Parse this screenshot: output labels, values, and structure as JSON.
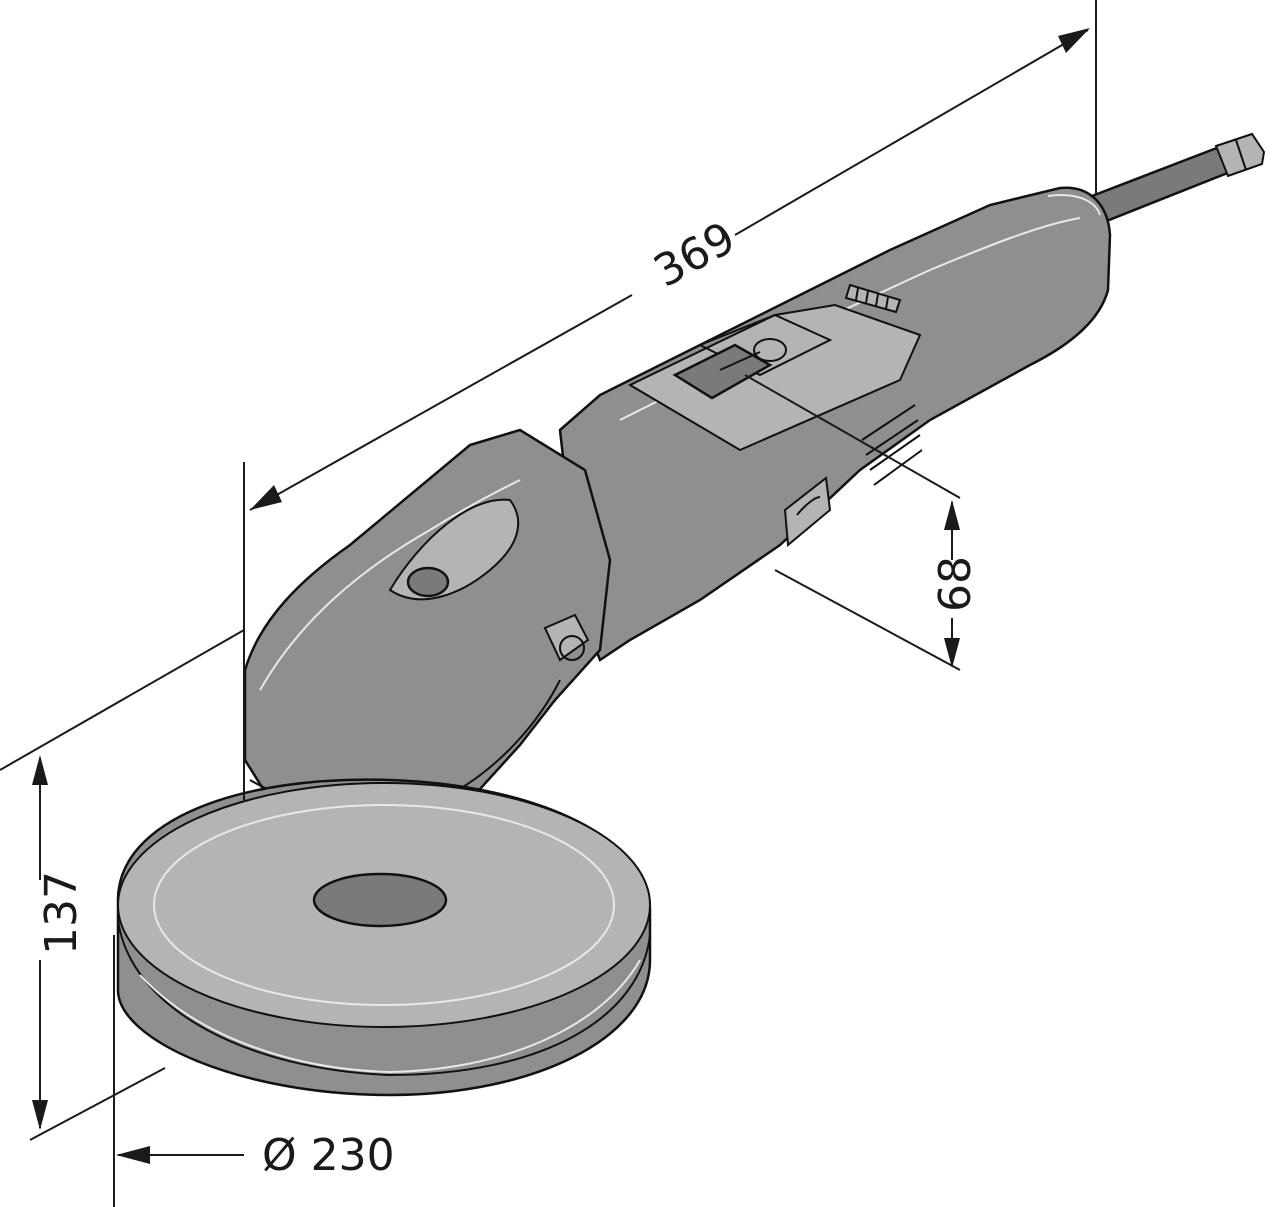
{
  "dimensions": {
    "length": "369",
    "height": "68",
    "total_height": "137",
    "pad_diameter": "Ø 230"
  }
}
